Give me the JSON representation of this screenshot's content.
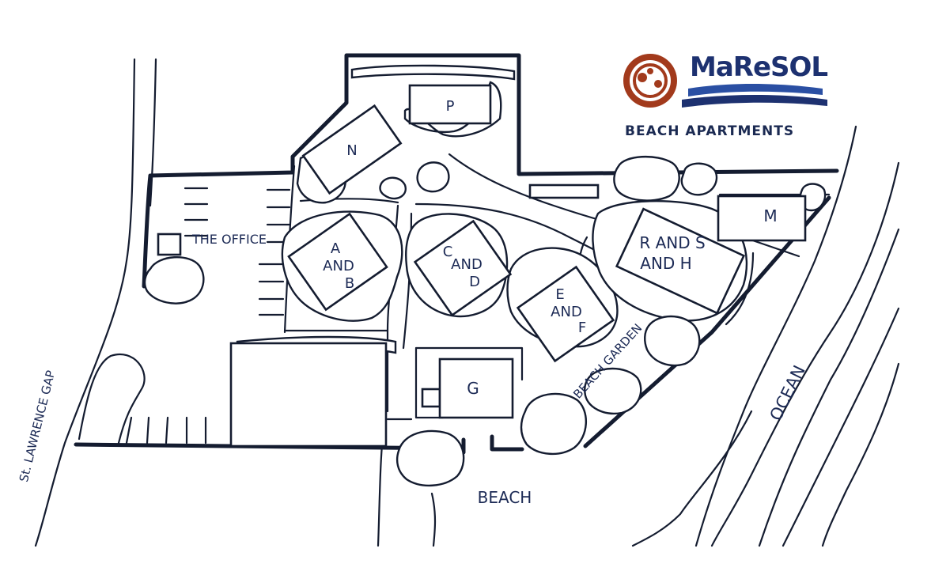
{
  "logo": {
    "brand_name": "MaReSOL",
    "subtitle": "BEACH APARTMENTS",
    "emblem_icon": "sun-gear-emblem-icon",
    "wave_icon": "ocean-waves-icon",
    "brand_color": "#1d3170",
    "emblem_color": "#a23a1c"
  },
  "map_labels": {
    "building_p": "P",
    "building_n": "N",
    "building_m": "M",
    "building_g": "G",
    "building_ab": [
      "A",
      "AND",
      "B"
    ],
    "building_cd": [
      "C",
      "AND",
      "D"
    ],
    "building_ef": [
      "E",
      "AND",
      "F"
    ],
    "building_rsh": [
      "R AND S",
      "AND H"
    ],
    "office": "THE OFFICE",
    "beach_garden": "BEACH GARDEN",
    "beach": "BEACH",
    "ocean": "OCEAN",
    "road": "St. LAWRENCE GAP"
  },
  "colors": {
    "line": "#141c30",
    "label": "#1c2a55",
    "background": "#ffffff"
  }
}
